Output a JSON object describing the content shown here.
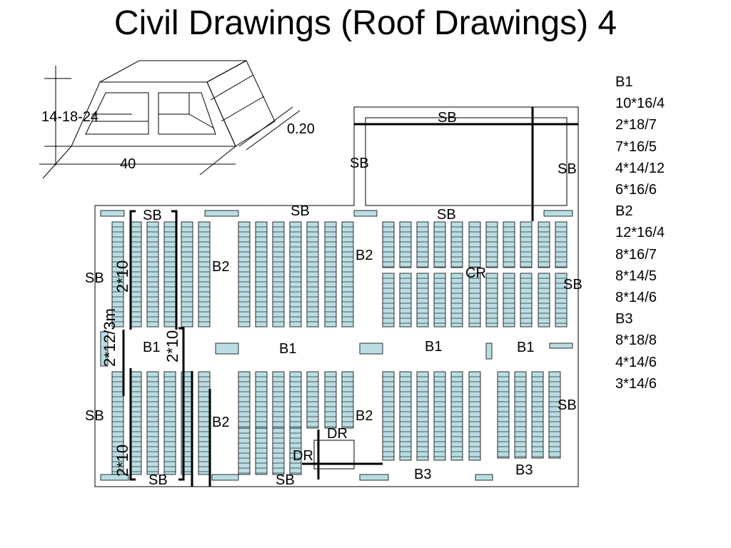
{
  "title": "Civil Drawings (Roof Drawings) 4",
  "colors": {
    "slab_fill": "#b9dde2",
    "line": "#000000",
    "background": "#ffffff"
  },
  "legend": [
    "B1",
    "10*16/4",
    "2*18/7",
    "7*16/5",
    "4*14/12",
    "6*16/6",
    "B2",
    "12*16/4",
    "8*16/7",
    "8*14/5",
    "8*14/6",
    "B3",
    "8*18/8",
    "4*14/6",
    "3*14/6"
  ],
  "sketch": {
    "height_label": "14-18-24",
    "width_label": "40",
    "depth_label": "0.20"
  },
  "labels": {
    "sb": "SB",
    "b1": "B1",
    "b2": "B2",
    "b3": "B3",
    "cr": "CR",
    "dr": "DR",
    "beam_2x10": "2*10",
    "beam_2x12": "2*12/3m"
  }
}
